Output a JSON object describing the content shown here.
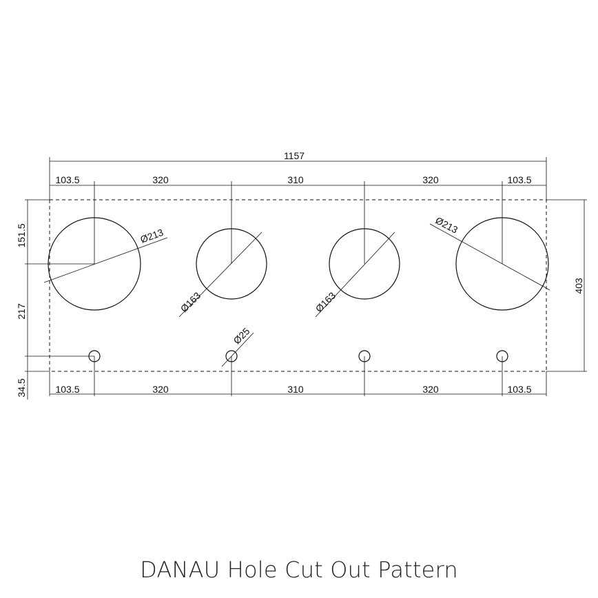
{
  "title": "DANAU Hole Cut Out Pattern",
  "dimensions": {
    "overall_width": "1157",
    "top": [
      "103.5",
      "320",
      "310",
      "320",
      "103.5"
    ],
    "bottom": [
      "103.5",
      "320",
      "310",
      "320",
      "103.5"
    ],
    "left_offsets": [
      "151.5",
      "217",
      "34.5"
    ],
    "overall_height": "403"
  },
  "hole_labels": {
    "large_left": "Ø213",
    "medium_left": "Ø163",
    "medium_right": "Ø163",
    "large_right": "Ø213",
    "small": "Ø25"
  }
}
